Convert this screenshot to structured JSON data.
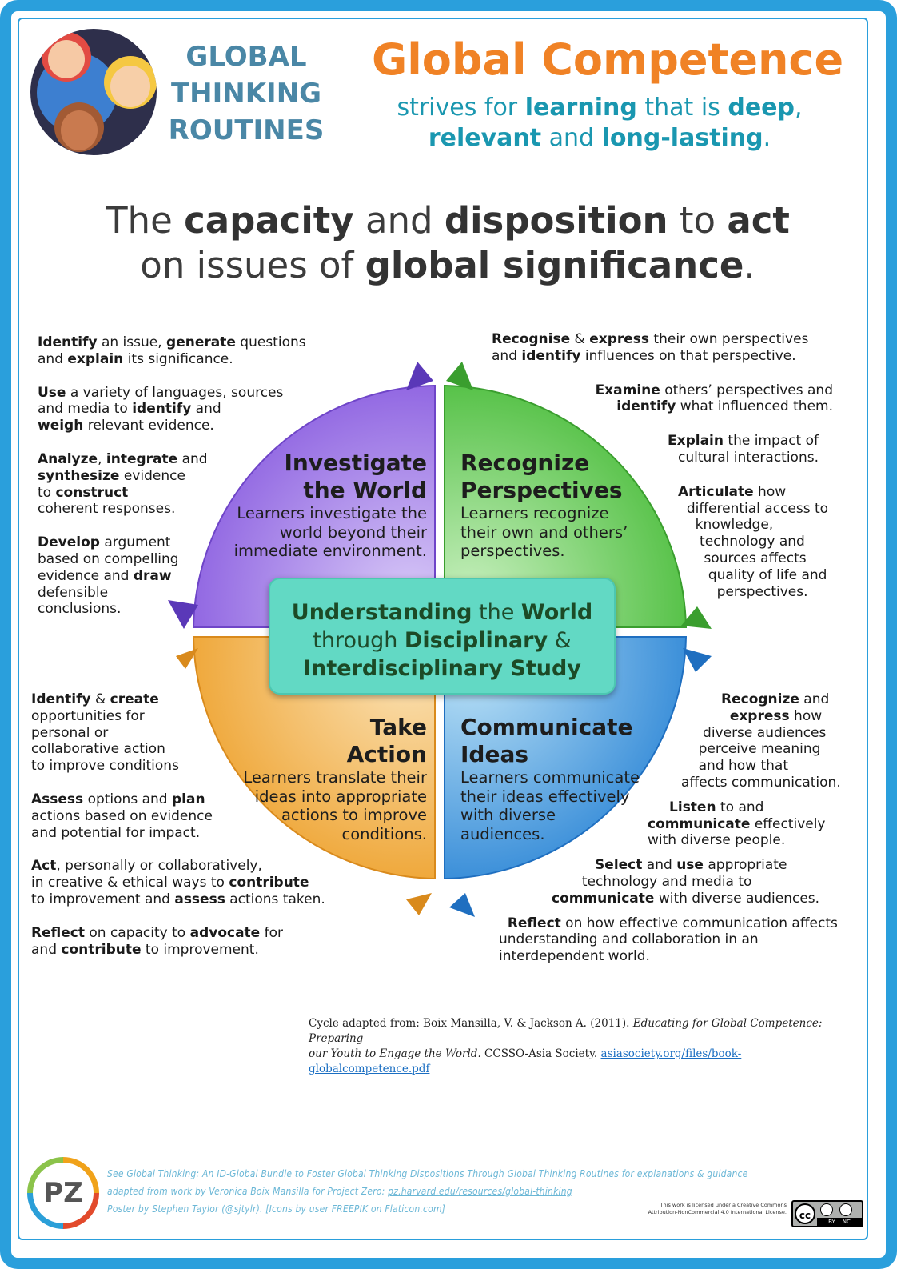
{
  "brand": {
    "line1": "GLOBAL",
    "line2": "THINKING",
    "line3": "ROUTINES"
  },
  "header": {
    "title": "Global Competence",
    "strives": {
      "p1": "strives for ",
      "b1": "learning",
      "p2": " that is ",
      "b2": "deep",
      "p3": ",",
      "b3": "relevant",
      "p4": " and ",
      "b4": "long-lasting",
      "p5": "."
    }
  },
  "capacity": {
    "p1": "The ",
    "b1": "capacity",
    "p2": " and ",
    "b2": "disposition",
    "p3": " to ",
    "b3": "act",
    "p4": "on issues of ",
    "b4": "global significance",
    "p5": "."
  },
  "quadrants": {
    "investigate": {
      "title1": "Investigate",
      "title2": "the World",
      "desc1": "Learners investigate the",
      "desc2": "world beyond their",
      "desc3": "immediate environment."
    },
    "recognize": {
      "title1": "Recognize",
      "title2": "Perspectives",
      "desc1": "Learners recognize",
      "desc2": "their own and others’",
      "desc3": "perspectives."
    },
    "action": {
      "title1": "Take",
      "title2": "Action",
      "desc1": "Learners translate their",
      "desc2": "ideas into appropriate",
      "desc3": "actions to improve",
      "desc4": "conditions."
    },
    "communicate": {
      "title1": "Communicate",
      "title2": "Ideas",
      "desc1": "Learners communicate",
      "desc2": "their ideas effectively",
      "desc3": "with diverse",
      "desc4": "audiences."
    }
  },
  "center": {
    "b1": "Understanding",
    "p1": " the ",
    "b2": "World",
    "p2": "through ",
    "b3": "Disciplinary",
    "p3": " &",
    "b4": "Interdisciplinary Study"
  },
  "left_top": [
    {
      "b1": "Identify",
      "p1": " an issue, ",
      "b2": "generate",
      "p2": " questions",
      "p3": "and ",
      "b3": "explain",
      "p4": " its significance."
    },
    {
      "b1": "Use",
      "p1": " a variety of languages, sources",
      "p2": "and media to ",
      "b2": "identify",
      "p3": " and",
      "b3": "weigh",
      "p4": " relevant evidence."
    },
    {
      "b1": "Analyze",
      "p1": ", ",
      "b2": "integrate",
      "p2": " and",
      "b3": "synthesize",
      "p3": " evidence",
      "p4": "to ",
      "b4": "construct",
      "p5": "coherent responses."
    },
    {
      "b1": "Develop",
      "p1": " argument",
      "p2": "based on compelling",
      "p3": "evidence and ",
      "b2": "draw",
      "p4": "defensible",
      "p5": "conclusions."
    }
  ],
  "right_top": [
    {
      "b1": "Recognise",
      "p1": " & ",
      "b2": "express",
      "p2": " their own perspectives",
      "p3": "and ",
      "b3": "identify",
      "p4": " influences on that perspective."
    },
    {
      "b1": "Examine",
      "p1": " others’ perspectives and",
      "b2": "identify",
      "p2": " what influenced them."
    },
    {
      "b1": "Explain",
      "p1": " the impact of",
      "p2": "cultural interactions."
    },
    {
      "b1": "Articulate",
      "p1": " how",
      "p2": "differential access to",
      "p3": "knowledge,",
      "p4": "technology and",
      "p5": "sources affects",
      "p6": "quality of life and",
      "p7": "perspectives."
    }
  ],
  "left_bottom": [
    {
      "b1": "Identify",
      "p1": " & ",
      "b2": "create",
      "p2": "opportunities for",
      "p3": "personal or",
      "p4": "collaborative action",
      "p5": "to improve conditions"
    },
    {
      "b1": "Assess",
      "p1": " options and ",
      "b2": "plan",
      "p2": "actions based on evidence",
      "p3": "and potential for impact."
    },
    {
      "b1": "Act",
      "p1": ", personally or collaboratively,",
      "p2": "in creative & ethical ways to ",
      "b2": "contribute",
      "p3": "to improvement and ",
      "b3": "assess",
      "p4": " actions taken."
    },
    {
      "b1": "Reflect",
      "p1": " on capacity to ",
      "b2": "advocate",
      "p2": " for",
      "p3": "and ",
      "b3": "contribute",
      "p4": " to improvement."
    }
  ],
  "right_bottom": [
    {
      "b1": "Recognize",
      "p1": " and",
      "b2": "express",
      "p2": " how",
      "p3": "diverse audiences",
      "p4": "perceive meaning",
      "p5": "and how that",
      "p6": "affects communication."
    },
    {
      "b1": "Listen",
      "p1": " to and",
      "b2": "communicate",
      "p2": " effectively",
      "p3": "with diverse people."
    },
    {
      "b1": "Select",
      "p1": " and ",
      "b2": "use",
      "p2": " appropriate",
      "p3": "technology and media to",
      "b3": "communicate",
      "p4": " with diverse audiences."
    },
    {
      "b1": "Reflect",
      "p1": " on how effective communication affects",
      "p2": "understanding and collaboration in an",
      "p3": "interdependent world."
    }
  ],
  "citation": {
    "p1": "Cycle adapted from: Boix Mansilla, V. & Jackson A. (2011). ",
    "i1": "Educating for Global Competence: Preparing",
    "i2": "our Youth to Engage the World.",
    "p2": " CCSSO-Asia Society. ",
    "link": "asiasociety.org/files/book-globalcompetence.pdf"
  },
  "footer": {
    "pz": "PZ",
    "line1": "See Global Thinking: An ID-Global Bundle to Foster Global Thinking Dispositions Through Global Thinking Routines for explanations & guidance",
    "line2a": "adapted from work by Veronica Boix Mansilla for Project Zero: ",
    "line2_link": "pz.harvard.edu/resources/global-thinking",
    "line3": "Poster by Stephen Taylor (@sjtylr). [Icons by user FREEPIK on Flaticon.com]",
    "license1": "This work is licensed under a Creative Commons",
    "license2": "Attribution-NonCommercial 4.0 International License.",
    "badge": {
      "cc": "cc",
      "by": "BY",
      "nc": "NC"
    }
  },
  "colors": {
    "border": "#2a9fdc",
    "title_orange": "#f08225",
    "teal": "#1a97b0",
    "purple": "#8b5ce0",
    "green": "#4fc040",
    "orange": "#f0a030",
    "blue": "#2f8fd8"
  }
}
